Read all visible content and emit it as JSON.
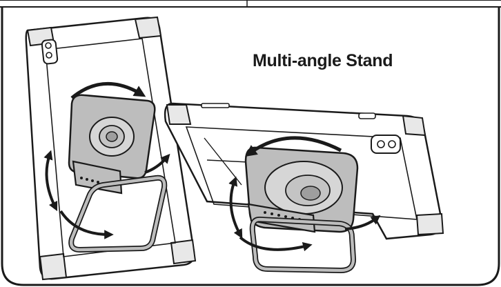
{
  "headline": "Multi-angle Stand",
  "colors": {
    "stroke": "#1a1a1a",
    "panel_fill": "#ffffff",
    "stand_fill": "#bdbdbd",
    "stand_shadow": "#8e8e8e"
  },
  "illustrations": [
    {
      "name": "upright-tablet-with-stand",
      "icon": "tablet-rotating-stand-icon"
    },
    {
      "name": "landscape-tablet-with-stand",
      "icon": "tablet-kickstand-icon"
    }
  ],
  "arrows": [
    "rotate-arrow-icon",
    "tilt-arrow-icon",
    "swing-arrow-icon"
  ]
}
